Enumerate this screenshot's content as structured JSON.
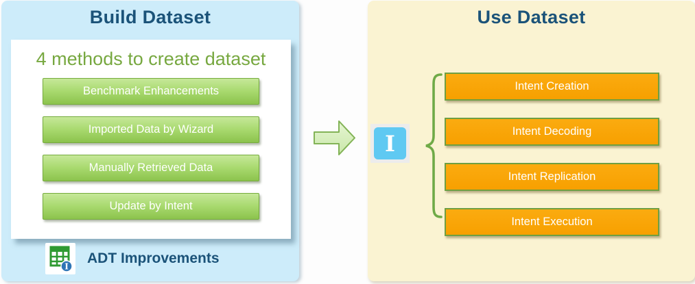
{
  "build_panel": {
    "title": "Build Dataset",
    "card": {
      "heading": "4 methods to create dataset",
      "methods": [
        "Benchmark Enhancements",
        "Imported Data by Wizard",
        "Manually Retrieved Data",
        "Update by Intent"
      ]
    },
    "footer": {
      "label": "ADT Improvements"
    }
  },
  "connector": {
    "icon_letter": "I"
  },
  "use_panel": {
    "title": "Use Dataset",
    "intents": [
      "Intent Creation",
      "Intent Decoding",
      "Intent Replication",
      "Intent Execution"
    ]
  },
  "colors": {
    "build_panel_bg": "#cdecfa",
    "use_panel_bg": "#faf3d2",
    "title_text": "#1b5379",
    "heading_green": "#77a840",
    "method_green": "#8cc34d",
    "method_border": "#75ab3d",
    "intent_orange": "#f7a000",
    "intent_border": "#6f9f42",
    "intent_icon_blue": "#5fc9f2",
    "brace_green": "#6faa47",
    "arrow_green_fill": "#d9f0c2",
    "arrow_green_border": "#82b356"
  }
}
